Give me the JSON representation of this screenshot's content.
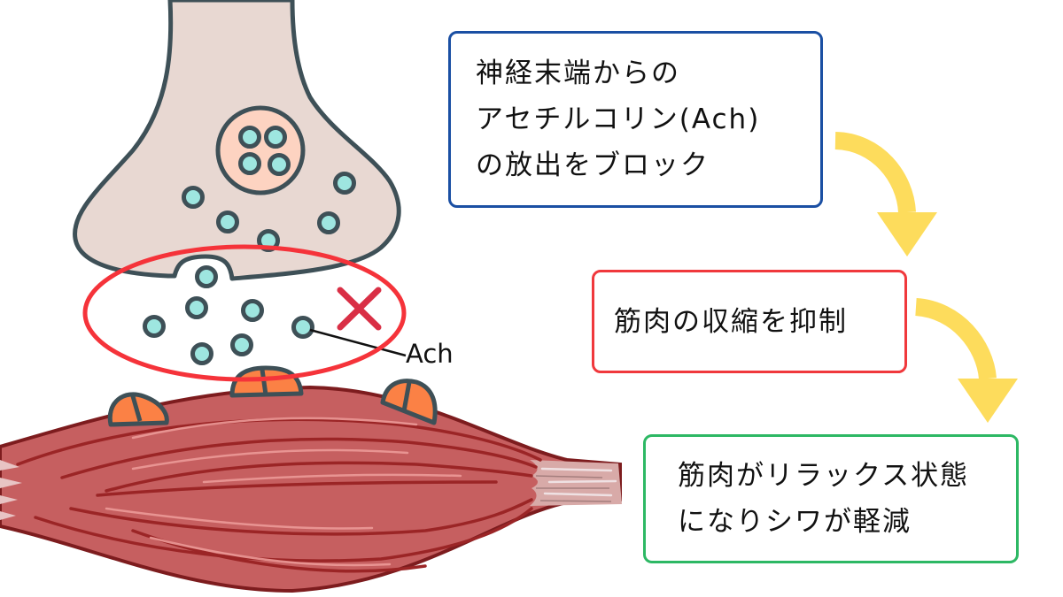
{
  "diagram": {
    "title": "Botulinum toxin mechanism",
    "steps": [
      {
        "id": "step1",
        "lines": [
          "神経末端からの",
          "アセチルコリン(Ach)",
          "の放出をブロック"
        ],
        "border_color": "#1a4fa3"
      },
      {
        "id": "step2",
        "lines": [
          "筋肉の収縮を抑制"
        ],
        "border_color": "#f0383c"
      },
      {
        "id": "step3",
        "lines": [
          "筋肉がリラックス状態",
          "になりシワが軽減"
        ],
        "border_color": "#2db864"
      }
    ],
    "labels": {
      "ach": "Ach"
    },
    "icons": {
      "block_mark": "x-mark-icon",
      "flow_arrow": "curved-arrow-icon"
    },
    "colors": {
      "nerve_fill": "#e8d8d2",
      "outline": "#3e5057",
      "vesicle_fill": "#9ee6e0",
      "inner_vesicle_fill": "#fdd3c1",
      "highlight_ellipse": "#f5333a",
      "x_mark": "#d92f45",
      "arrow": "#fddc5c",
      "muscle": "#c65f60",
      "muscle_dark": "#9b2526",
      "receptor": "#fb8145",
      "tendon": "#d8aaa8"
    }
  }
}
